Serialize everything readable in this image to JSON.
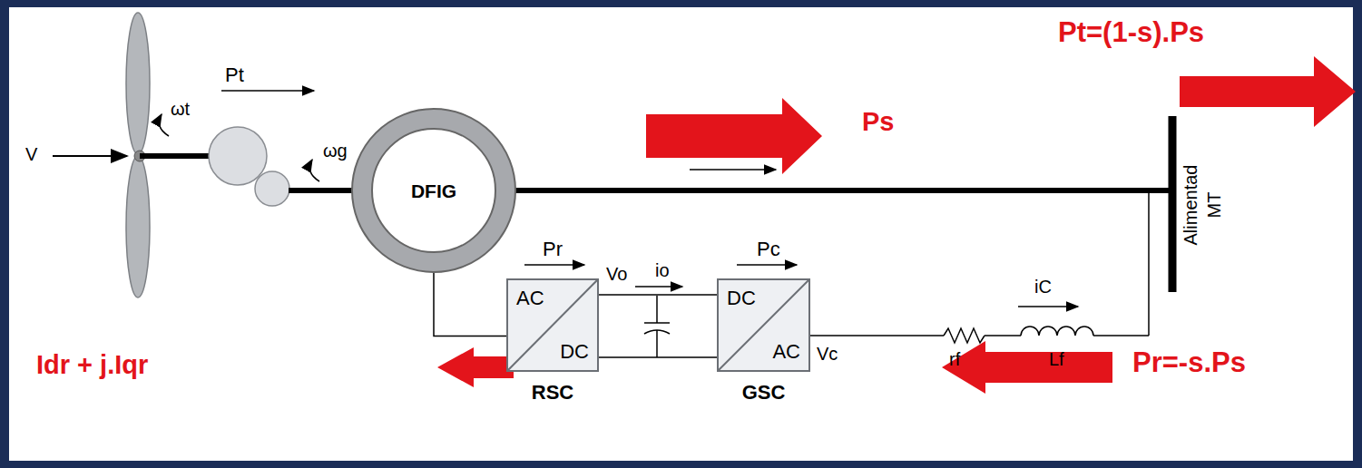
{
  "diagram": {
    "nodes": [
      {
        "text": [
          "DFIG"
        ]
      },
      {
        "text": [
          "AC",
          "DC",
          "RSC"
        ]
      },
      {
        "text": [
          "DC",
          "AC",
          "GSC"
        ]
      }
    ],
    "edges": [
      {
        "from": 0,
        "to": 1,
        "arrow": "none"
      },
      {
        "from": 1,
        "to": 2,
        "arrow": "none"
      }
    ],
    "labels": [
      "Pt",
      "ωt",
      "ωg",
      "V",
      "Pt=(1-s).Ps",
      "Ps",
      "Pr",
      "Vo",
      "io",
      "Pc",
      "iC",
      "Vc",
      "rf",
      "Lf",
      "Idr + j.Iqr",
      "Pr=-s.Ps",
      "Alimentad",
      "MT"
    ]
  }
}
